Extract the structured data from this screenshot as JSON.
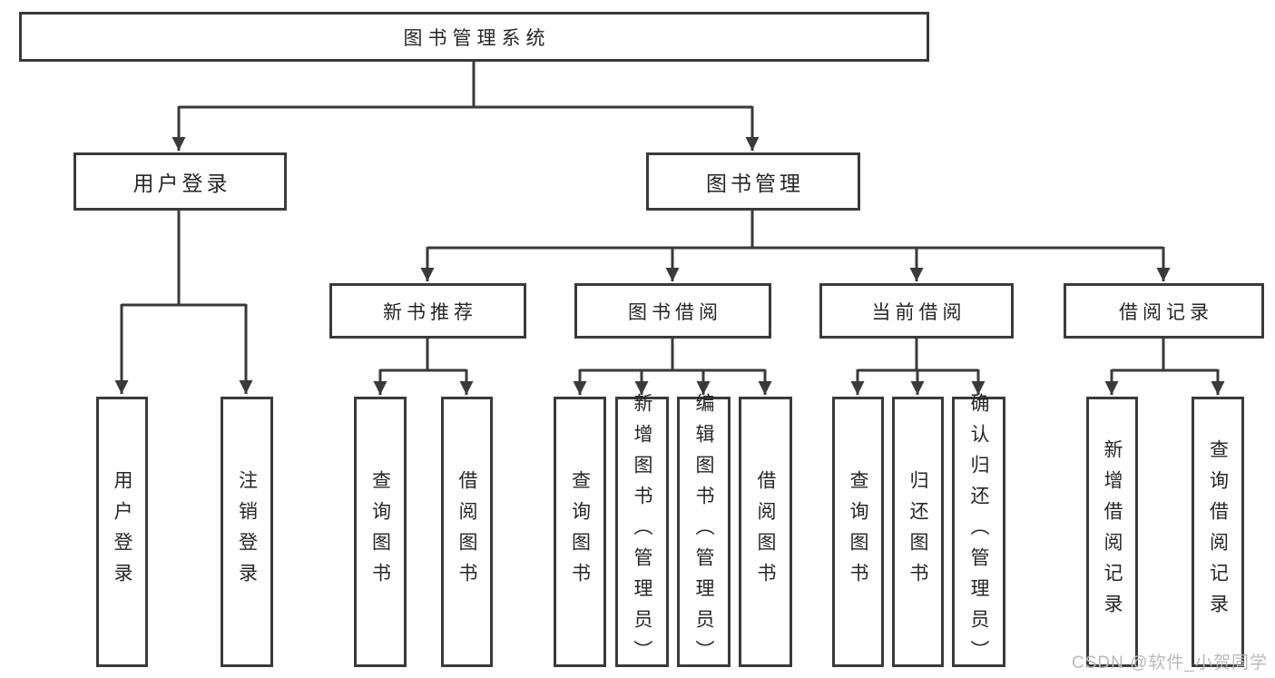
{
  "nodes": {
    "root": {
      "label": "图书管理系统"
    },
    "user_login": {
      "label": "用户登录"
    },
    "book_mgmt": {
      "label": "图书管理"
    },
    "new_book": {
      "label": "新书推荐"
    },
    "book_borrow": {
      "label": "图书借阅"
    },
    "current_borrow": {
      "label": "当前借阅"
    },
    "borrow_record": {
      "label": "借阅记录"
    },
    "leaf_user_login": {
      "label": "用户登录"
    },
    "leaf_logout": {
      "label": "注销登录"
    },
    "leaf_nb_query": {
      "label": "查询图书"
    },
    "leaf_nb_borrow": {
      "label": "借阅图书"
    },
    "leaf_bb_query": {
      "label": "查询图书"
    },
    "leaf_bb_add": {
      "label": "新增图书（管理员）"
    },
    "leaf_bb_edit": {
      "label": "编辑图书（管理员）"
    },
    "leaf_bb_borrow": {
      "label": "借阅图书"
    },
    "leaf_cb_query": {
      "label": "查询图书"
    },
    "leaf_cb_return": {
      "label": "归还图书"
    },
    "leaf_cb_confirm": {
      "label": "确认归还（管理员）"
    },
    "leaf_br_add": {
      "label": "新增借阅记录"
    },
    "leaf_br_query": {
      "label": "查询借阅记录"
    }
  },
  "watermark": {
    "text": "CSDN @软件_小贺同学"
  },
  "colors": {
    "line": "#3a3a3a",
    "text": "#262626",
    "watermark": "#b9b9b9",
    "background": "#ffffff"
  }
}
